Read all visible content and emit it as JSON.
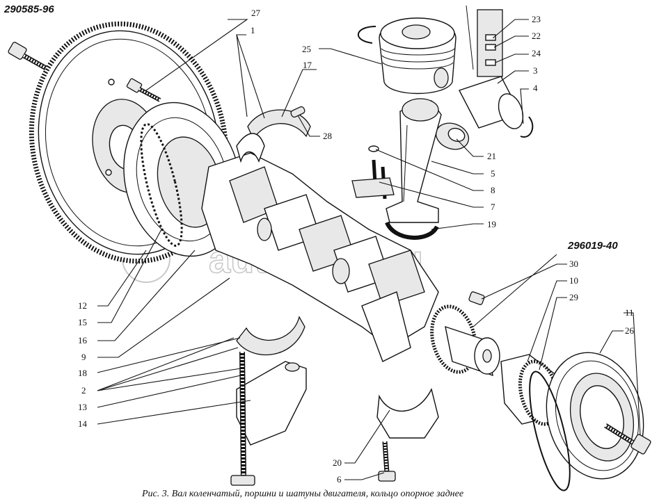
{
  "codes": {
    "left": "290585-96",
    "right": "296019-40"
  },
  "watermark": "autopiter.ru",
  "caption": "Рис. 3. Вал коленчатый, поршни и шатуны двигателя, кольцо опорное заднее",
  "labels": {
    "n27": "27",
    "n1": "1",
    "n17": "17",
    "n25": "25",
    "n23": "23",
    "n22": "22",
    "n24": "24",
    "n3": "3",
    "n4": "4",
    "n28": "28",
    "n21": "21",
    "n5": "5",
    "n8": "8",
    "n7": "7",
    "n19": "19",
    "n30": "30",
    "n10": "10",
    "n29": "29",
    "n11": "11",
    "n26": "26",
    "n12": "12",
    "n15": "15",
    "n16": "16",
    "n9": "9",
    "n18": "18",
    "n2": "2",
    "n13": "13",
    "n14": "14",
    "n20": "20",
    "n6": "6"
  }
}
